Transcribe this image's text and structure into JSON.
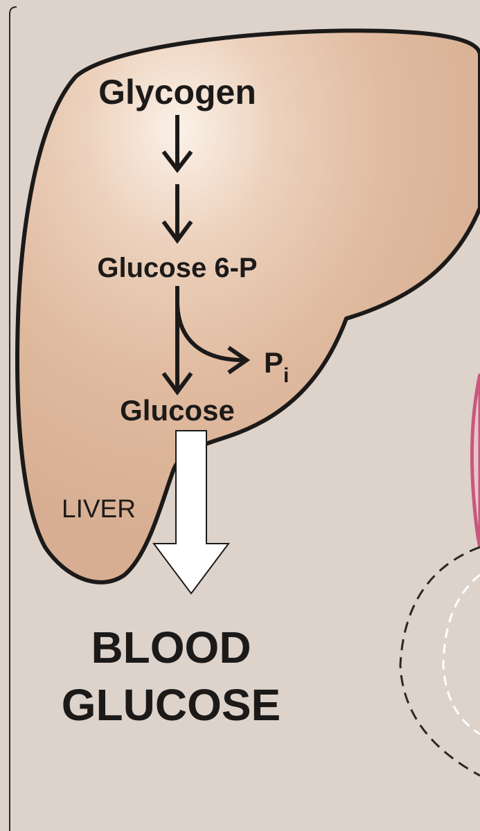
{
  "colors": {
    "background": "#ddd3cb",
    "liver_fill": "#e0bba0",
    "liver_highlight": "#fbf1e8",
    "outline": "#1c1a19",
    "arrow_fill": "#ffffff",
    "muscle_accent": "#c9577e"
  },
  "diagram": {
    "metabolites": {
      "glycogen": "Glycogen",
      "glucose_6p": "Glucose 6-P",
      "glucose": "Glucose"
    },
    "phosphate": {
      "symbol": "P",
      "subscript": "i"
    },
    "organ_label": "LIVER",
    "output": {
      "line1": "BLOOD",
      "line2": "GLUCOSE"
    }
  }
}
